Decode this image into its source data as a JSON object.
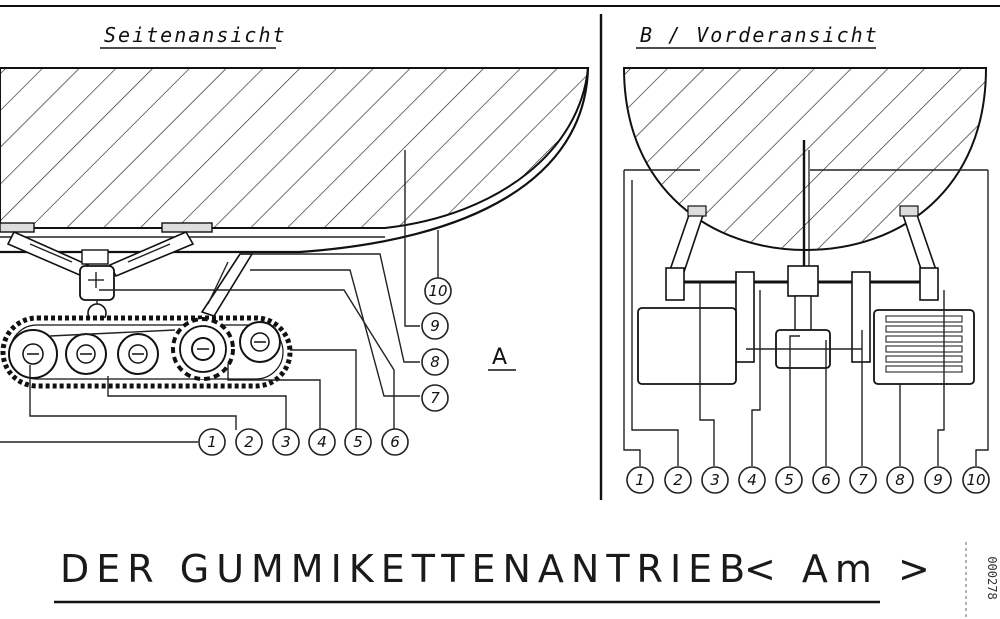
{
  "side_view": {
    "title": "Seitenansicht",
    "markers": [
      "1",
      "2",
      "3",
      "4",
      "5",
      "6",
      "7",
      "8",
      "9",
      "10"
    ],
    "section_mark": "A"
  },
  "front_view": {
    "title": "B / Vorderansicht",
    "markers": [
      "1",
      "2",
      "3",
      "4",
      "5",
      "6",
      "7",
      "8",
      "9",
      "10"
    ]
  },
  "main_title": "DER GUMMIKETTENANTRIEB",
  "model_tag": "< Am >",
  "stamp": "000278"
}
